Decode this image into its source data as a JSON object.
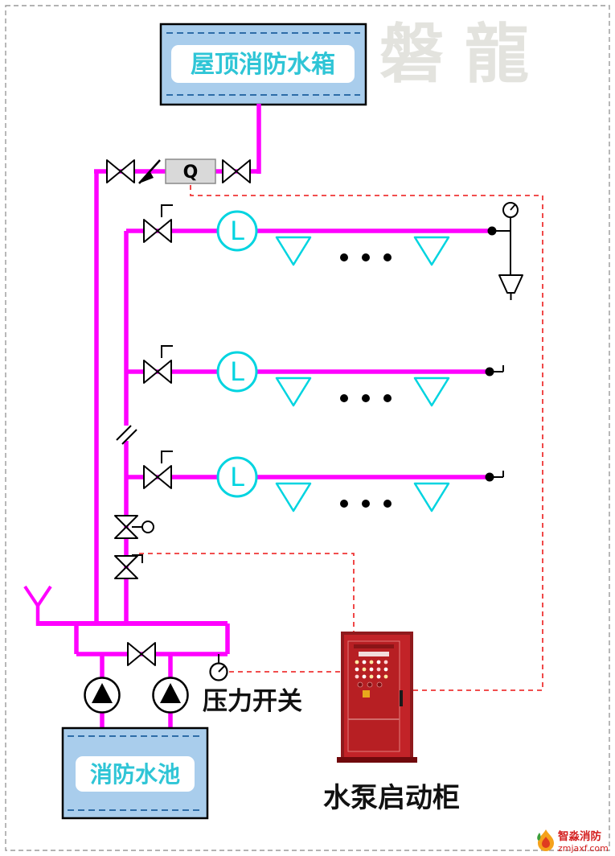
{
  "diagram": {
    "watermark": "磐龍",
    "rooftop_tank_label": "屋顶消防水箱",
    "flow_meter_label": "Q",
    "level_switch_label": "L",
    "pressure_switch_label": "压力开关",
    "pump_cabinet_label": "水泵启动柜",
    "pool_label": "消防水池"
  },
  "logo": {
    "brand": "智淼消防",
    "domain": "zmjaxf.com"
  },
  "colors": {
    "pipe_magenta": "#ff00ff",
    "device_cyan": "#00d4e0",
    "signal_dashed_red": "#ef3535",
    "tank_fill_blue": "#a9cdec",
    "tank_dash_blue": "#2e6da8",
    "cabinet_red": "#b71f23",
    "label_teal": "#2fc5d6"
  }
}
